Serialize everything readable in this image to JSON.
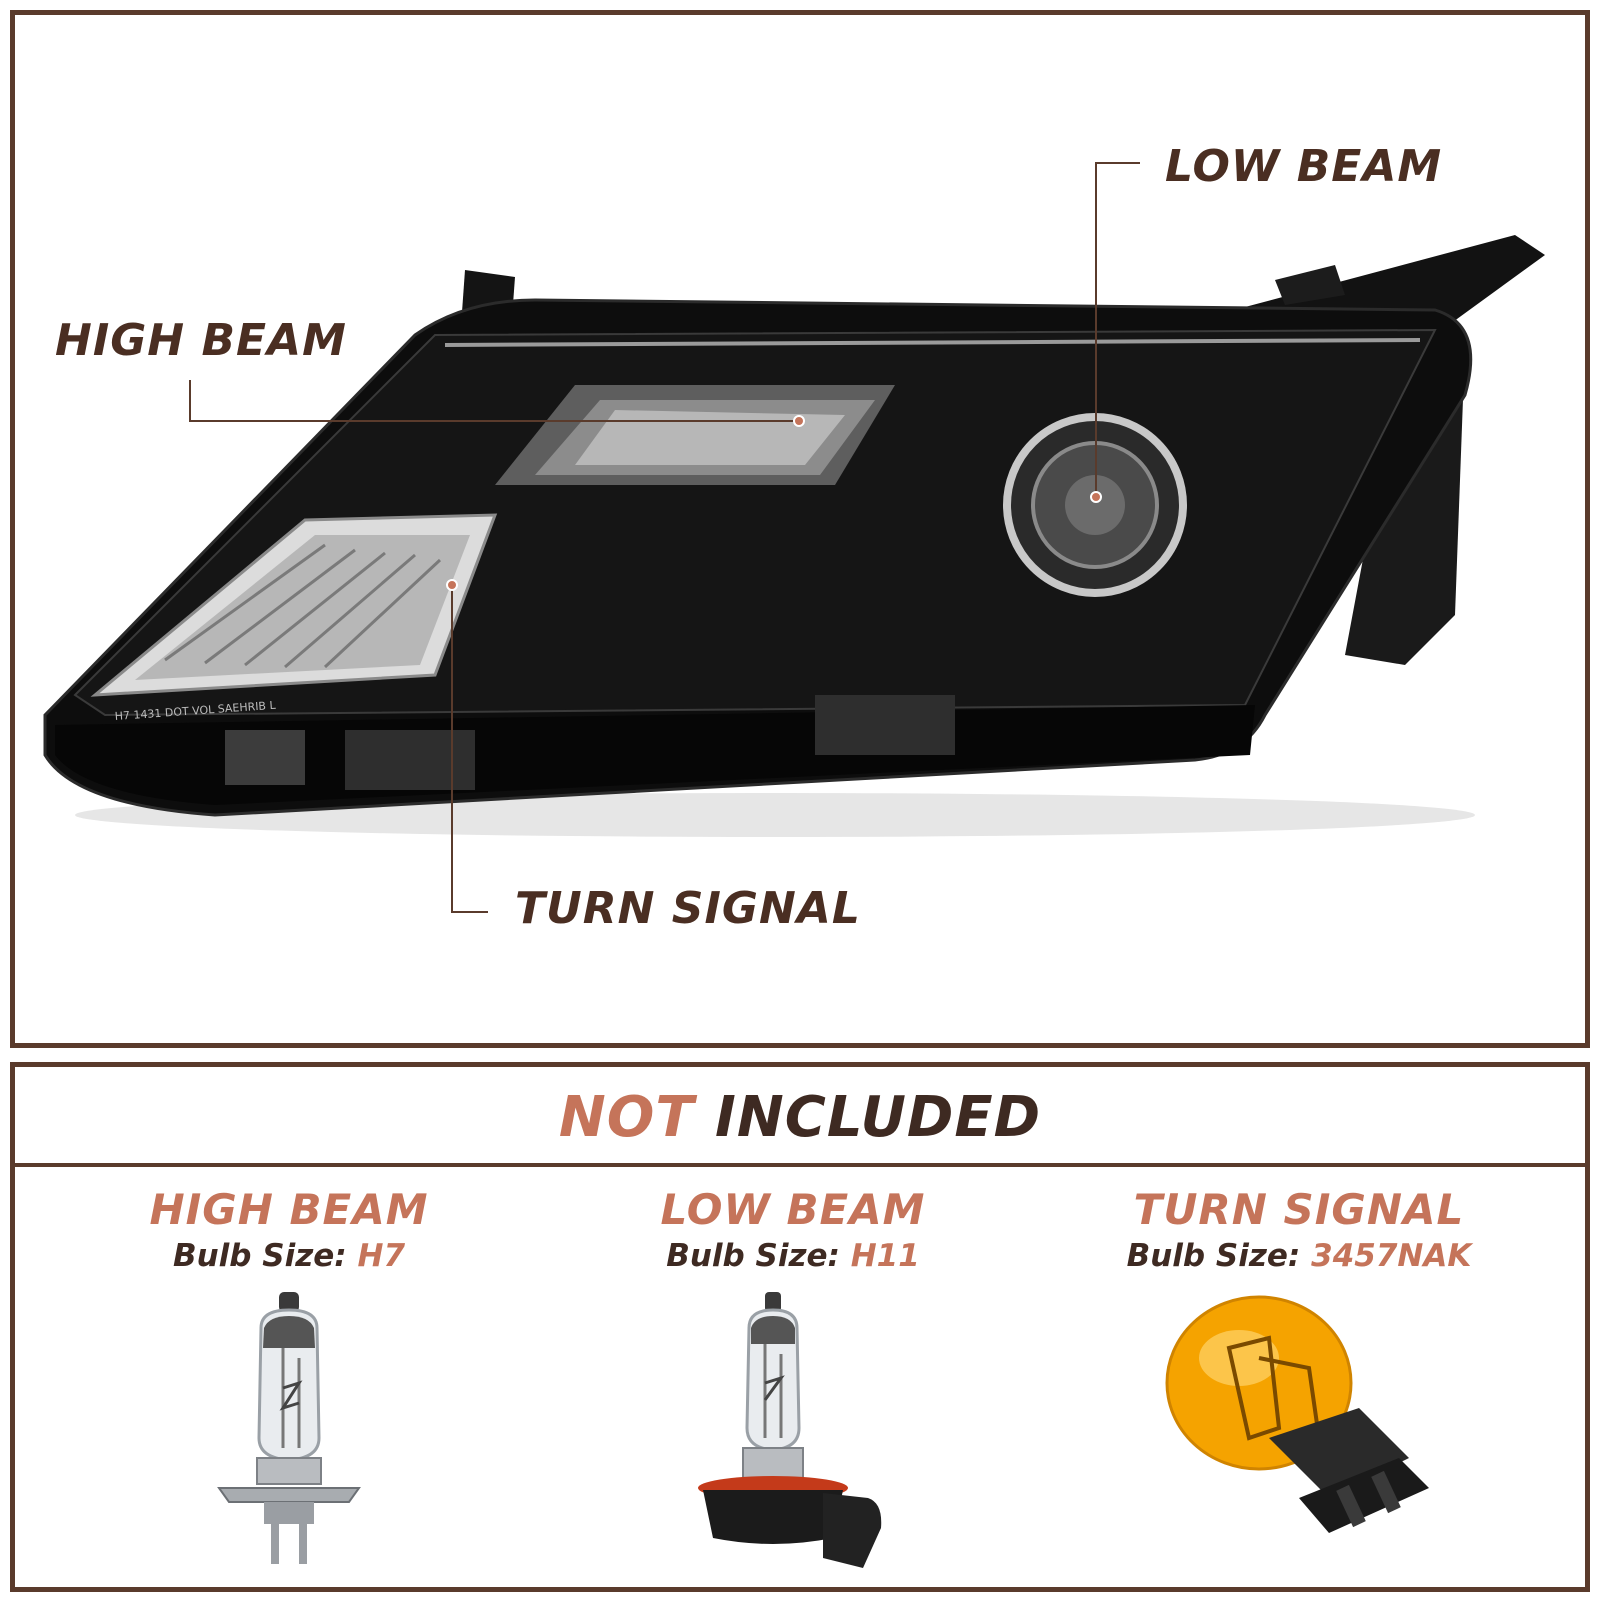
{
  "callouts": {
    "high_beam": "HIGH BEAM",
    "low_beam": "LOW BEAM",
    "turn_signal": "TURN SIGNAL"
  },
  "lens_marking": "H7  1431  DOT  VOL  SAEHRIB  L",
  "not_included": {
    "title_accent": "NOT",
    "title_rest": "INCLUDED",
    "bulb_size_label": "Bulb Size:",
    "items": [
      {
        "name": "HIGH BEAM",
        "size": "H7",
        "icon": "h7-bulb-icon"
      },
      {
        "name": "LOW BEAM",
        "size": "H11",
        "icon": "h11-bulb-icon"
      },
      {
        "name": "TURN SIGNAL",
        "size": "3457NAK",
        "icon": "3457nak-bulb-icon"
      }
    ]
  },
  "colors": {
    "border": "#5a3b2c",
    "accent": "#c5745a",
    "text_dark": "#3e2a22",
    "amber": "#f5a300"
  }
}
